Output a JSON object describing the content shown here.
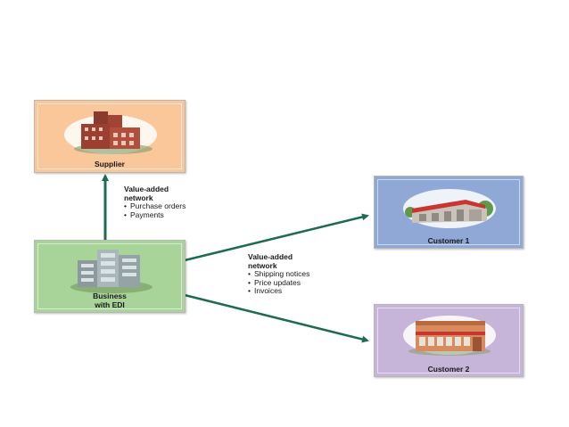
{
  "colors": {
    "supplier_box": "#f9c79a",
    "business_box": "#a8d49a",
    "customer1_box": "#8fa8d6",
    "customer2_box": "#c7b4d9",
    "arrow": "#1f6b50"
  },
  "nodes": {
    "supplier": {
      "label": "Supplier",
      "icon": "factory-icon"
    },
    "business": {
      "label": "Business\nwith EDI",
      "icon": "office-building-icon"
    },
    "customer1": {
      "label": "Customer 1",
      "icon": "warehouse-icon"
    },
    "customer2": {
      "label": "Customer 2",
      "icon": "store-building-icon"
    }
  },
  "edges": {
    "to_supplier": {
      "title": "Value-added\nnetwork",
      "items": [
        "Purchase orders",
        "Payments"
      ]
    },
    "to_customers": {
      "title": "Value-added\nnetwork",
      "items": [
        "Shipping notices",
        "Price updates",
        "Invoices"
      ]
    }
  }
}
